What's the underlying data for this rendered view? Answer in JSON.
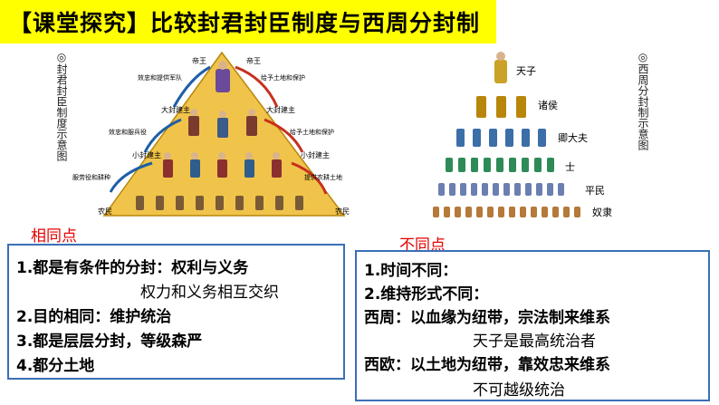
{
  "title": {
    "bracket": "【课堂探究】",
    "text": "比较封君封臣制度与西周分封制"
  },
  "left_diagram": {
    "caption": "◎封君封臣制度示意图",
    "levels": [
      "帝王",
      "大封建主",
      "小封建主",
      "农民"
    ],
    "left_labels": [
      "效忠和提供军队",
      "效忠和服兵役",
      "服劳役和耕种"
    ],
    "right_labels": [
      "给予土地和保护",
      "给予土地和保护",
      "提供农耕土地"
    ]
  },
  "right_diagram": {
    "caption": "◎西周分封制示意图",
    "levels": [
      "天子",
      "诸侯",
      "卿大夫",
      "士",
      "平民",
      "奴隶"
    ]
  },
  "same": {
    "label": "相同点",
    "lines": [
      "1.都是有条件的分封：权利与义务",
      "权力和义务相互交织",
      "2.目的相同：维护统治",
      "3.都是层层分封，等级森严",
      "4.都分土地"
    ]
  },
  "diff": {
    "label": "不同点",
    "lines": [
      "1.时间不同：",
      "2.维持形式不同：",
      "西周：以血缘为纽带，宗法制来维系",
      "天子是最高统治者",
      "西欧：以土地为纽带，靠效忠来维系",
      "不可越级统治"
    ]
  },
  "colors": {
    "title_bg": "#ffff00",
    "box_border": "#3b6fb6",
    "red_label": "#e60000",
    "pyramid": "#f0c44a",
    "arrow_blue": "#1e5fa8",
    "arrow_red": "#c8301e"
  }
}
